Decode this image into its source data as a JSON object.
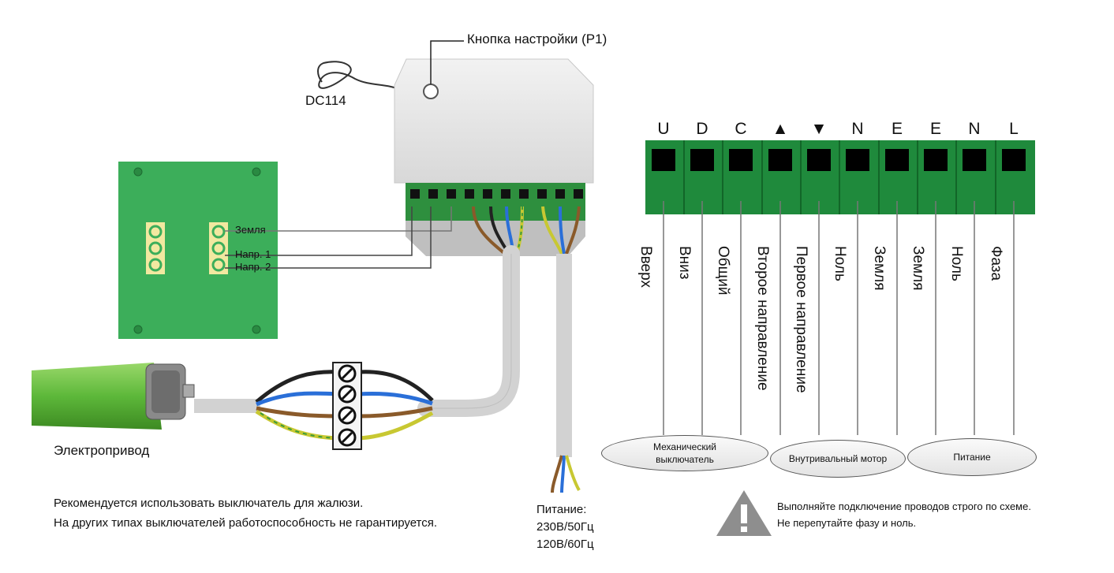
{
  "labels": {
    "p1_button": "Кнопка настройки (P1)",
    "dc114": "DC114",
    "ground": "Земля",
    "dir1": "Напр. 1",
    "dir2": "Напр. 2",
    "motor": "Электропривод",
    "recommend_line1": "Рекомендуется использовать выключатель для жалюзи.",
    "recommend_line2": "На других типах выключателей работоспособность не гарантируется.",
    "power_title": "Питание:",
    "power_230": "230В/50Гц",
    "power_120": "120В/60Гц",
    "warning_line1": "Выполняйте подключение проводов строго по схеме.",
    "warning_line2": "Не перепутайте фазу и ноль."
  },
  "terminals": [
    {
      "symbol": "U",
      "name": "Вверх"
    },
    {
      "symbol": "D",
      "name": "Вниз"
    },
    {
      "symbol": "C",
      "name": "Общий"
    },
    {
      "symbol": "▲",
      "name": "Второе направление"
    },
    {
      "symbol": "▼",
      "name": "Первое направление"
    },
    {
      "symbol": "N",
      "name": "Ноль"
    },
    {
      "symbol": "E",
      "name": "Земля"
    },
    {
      "symbol": "E",
      "name": "Земля"
    },
    {
      "symbol": "N",
      "name": "Ноль"
    },
    {
      "symbol": "L",
      "name": "Фаза"
    }
  ],
  "groups": {
    "mechanical_switch": "Механический выключатель",
    "tubular_motor": "Внутривальный мотор",
    "power": "Питание"
  },
  "colors": {
    "terminal_green": "#1f8a3c",
    "module_gray": "#e6e6e6",
    "pcb_green": "#3cae5a",
    "motor_green": "#6cc04a"
  }
}
